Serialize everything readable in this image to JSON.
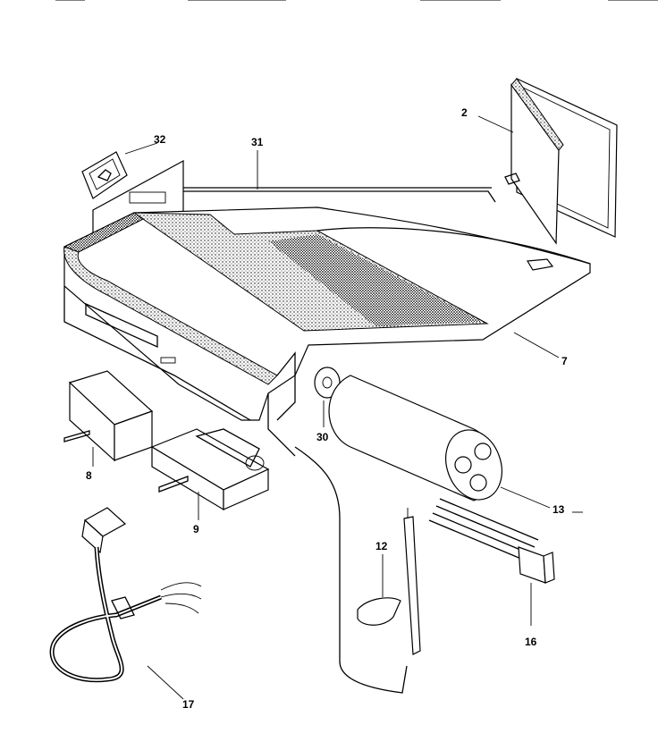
{
  "labels": {
    "p2": "2",
    "p32": "32",
    "p31": "31",
    "p7": "7",
    "p30": "30",
    "p13": "13",
    "p8": "8",
    "p9": "9",
    "p12": "12",
    "p16": "16",
    "p17": "17"
  }
}
